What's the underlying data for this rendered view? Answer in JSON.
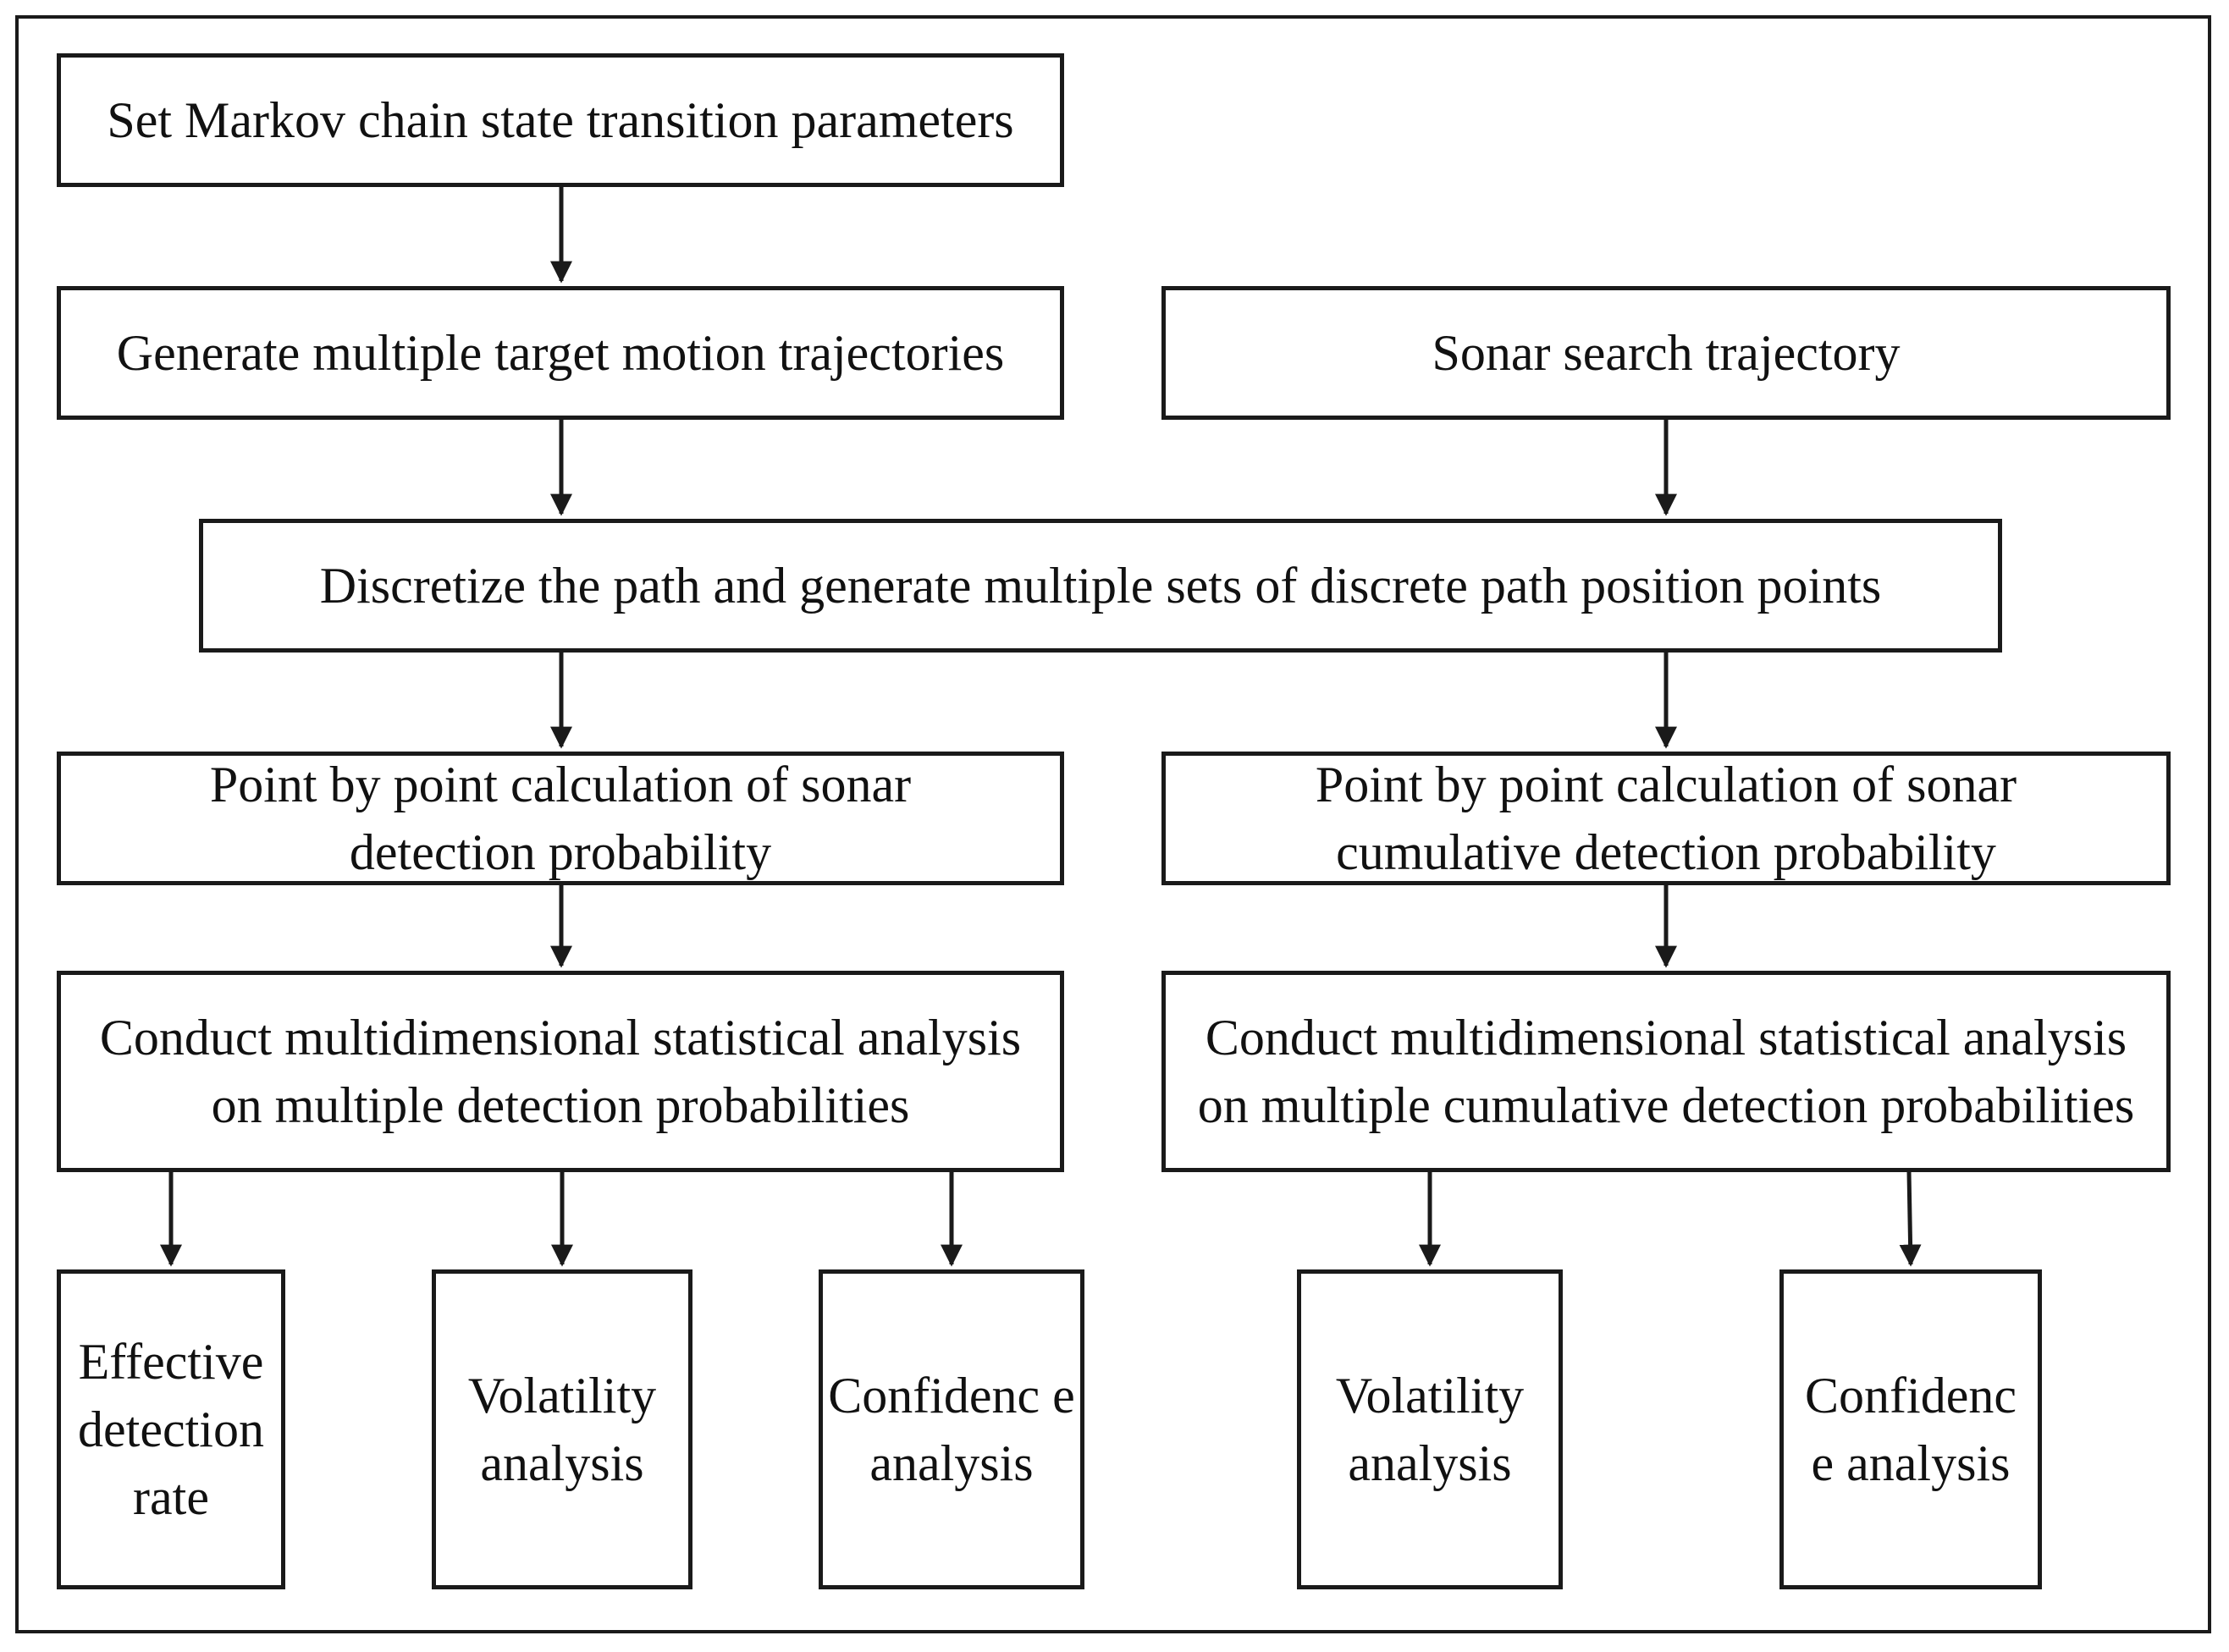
{
  "diagram": {
    "nodes": {
      "set_params": "Set Markov chain state transition parameters",
      "generate_targets": "Generate multiple target motion trajectories",
      "sonar_search": "Sonar search trajectory",
      "discretize": "Discretize the path and generate multiple sets of discrete path position points",
      "calc_detection": "Point by point calculation of sonar detection probability",
      "calc_cumulative": "Point by point calculation of sonar cumulative detection probability",
      "analysis_detection": "Conduct multidimensional statistical analysis on multiple detection probabilities",
      "analysis_cumulative": "Conduct multidimensional statistical analysis on multiple cumulative detection probabilities",
      "effective_rate": "Effective detection rate",
      "volatility_left": "Volatility analysis",
      "confidence_left": "Confidenc e analysis",
      "volatility_right": "Volatility analysis",
      "confidence_right": "Confidenc e analysis"
    },
    "edges": [
      [
        "set_params",
        "generate_targets"
      ],
      [
        "generate_targets",
        "discretize"
      ],
      [
        "sonar_search",
        "discretize"
      ],
      [
        "discretize",
        "calc_detection"
      ],
      [
        "discretize",
        "calc_cumulative"
      ],
      [
        "calc_detection",
        "analysis_detection"
      ],
      [
        "calc_cumulative",
        "analysis_cumulative"
      ],
      [
        "analysis_detection",
        "effective_rate"
      ],
      [
        "analysis_detection",
        "volatility_left"
      ],
      [
        "analysis_detection",
        "confidence_left"
      ],
      [
        "analysis_cumulative",
        "volatility_right"
      ],
      [
        "analysis_cumulative",
        "confidence_right"
      ]
    ]
  }
}
